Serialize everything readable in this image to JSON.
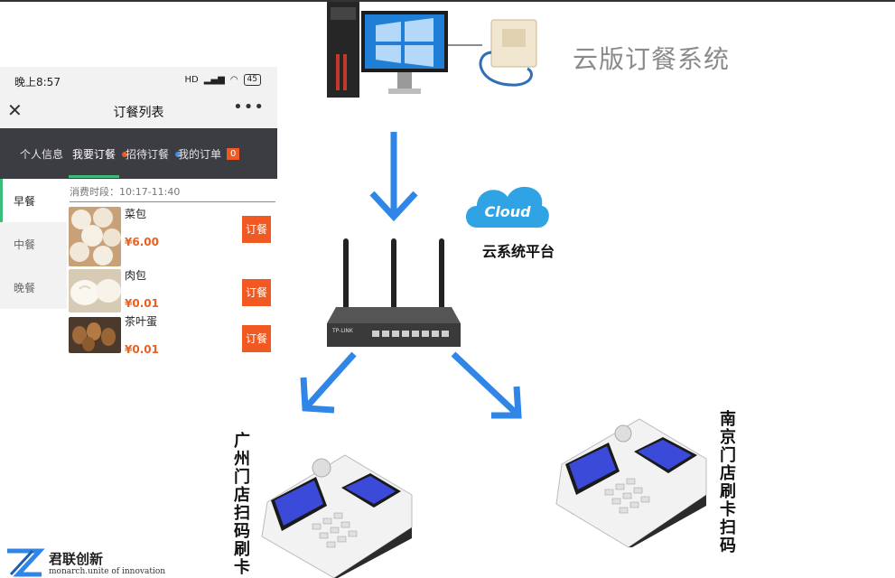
{
  "phone": {
    "status": {
      "time": "晚上8:57",
      "signal": "HD",
      "battery": "45"
    },
    "header": {
      "title": "订餐列表",
      "close_icon": "close-icon",
      "more_icon": "more-icon"
    },
    "tabs": [
      {
        "label": "个人信息",
        "active": false
      },
      {
        "label": "我要订餐",
        "active": true
      },
      {
        "label": "招待订餐",
        "active": false
      },
      {
        "label": "我的订单",
        "active": false,
        "badge": "0"
      }
    ],
    "tab_dot_colors": [
      "#f05a22",
      "#3d8ef0"
    ],
    "sidebar": [
      {
        "label": "早餐",
        "active": true
      },
      {
        "label": "中餐",
        "active": false
      },
      {
        "label": "晚餐",
        "active": false
      }
    ],
    "period": "消费时段：10:17-11:40",
    "foods": [
      {
        "name": "菜包",
        "price": "¥6.00",
        "button": "订餐"
      },
      {
        "name": "肉包",
        "price": "¥0.01",
        "button": "订餐"
      },
      {
        "name": "茶叶蛋",
        "price": "¥0.01",
        "button": "订餐"
      }
    ]
  },
  "diagram": {
    "system_title": "云版订餐系统",
    "cloud_word": "Cloud",
    "cloud_label": "云系统平台",
    "router_brand": "TP-LINK",
    "stores": {
      "left": "广州门店扫码刷卡",
      "right": "南京门店刷卡扫码"
    },
    "arrow_color": "#2f86e6"
  },
  "brand": {
    "name": "君联创新",
    "tagline": "monarch.unite of innovation"
  }
}
